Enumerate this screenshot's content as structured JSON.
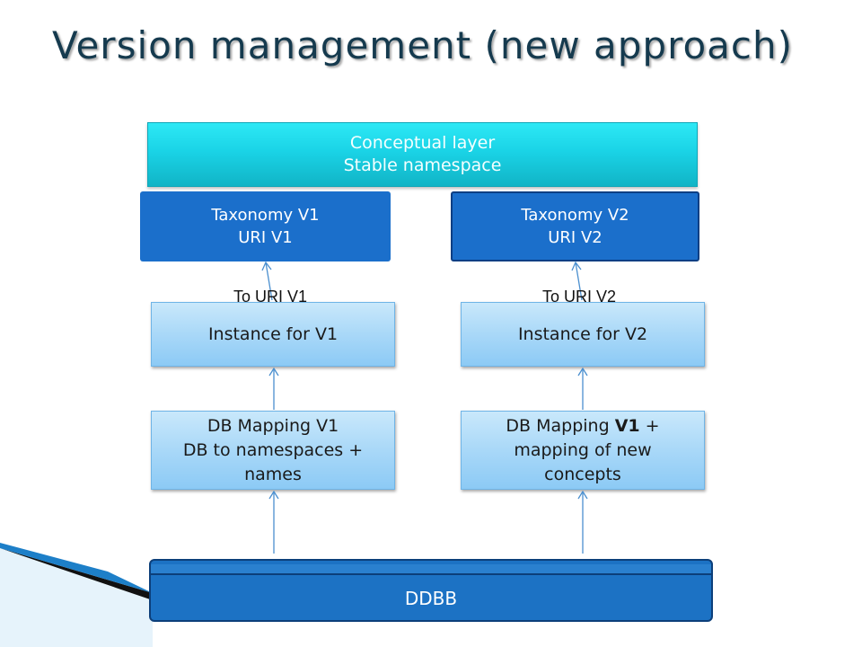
{
  "slide": {
    "title": "Version management (new approach)"
  },
  "conceptual_layer": {
    "line1": "Conceptual layer",
    "line2": "Stable namespace"
  },
  "taxonomy_v1": {
    "line1": "Taxonomy V1",
    "line2": "URI V1"
  },
  "taxonomy_v2": {
    "line1": "Taxonomy V2",
    "line2": "URI V2"
  },
  "labels": {
    "to_uri_v1": "To URI V1",
    "to_uri_v2": "To URI V2"
  },
  "instance_v1": {
    "label": "Instance for V1"
  },
  "instance_v2": {
    "label": "Instance for V2"
  },
  "db_mapping_v1": {
    "line1": "DB Mapping V1",
    "line2": "DB to namespaces +",
    "line3": "names"
  },
  "db_mapping_v2": {
    "prefix": "DB Mapping ",
    "emphasis": "V1",
    "suffix": " +",
    "line2": "mapping of new",
    "line3": "concepts"
  },
  "database": {
    "label": "DDBB"
  },
  "colors": {
    "title": "#153a4e",
    "conceptual": "#1ad3e6",
    "taxonomy": "#1b6fcb",
    "light_box": "#a9d8f8",
    "database": "#1c72c4"
  }
}
